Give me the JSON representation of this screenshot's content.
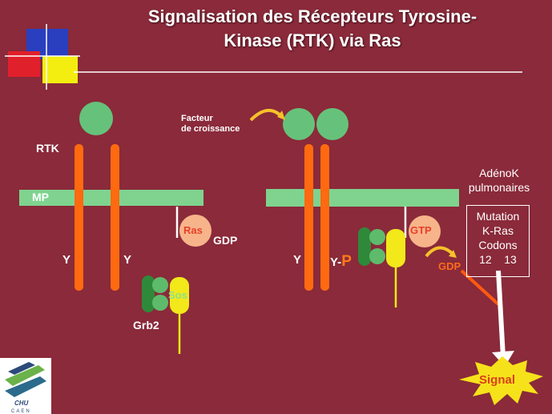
{
  "slide": {
    "title_line1": "Signalisation des Récepteurs Tyrosine-",
    "title_line2": "Kinase (RTK) via Ras"
  },
  "left_panel": {
    "rtk_label": "RTK",
    "membrane_label": "MP",
    "y_left": "Y",
    "y_right": "Y",
    "ras_label": "Ras",
    "gdp_label": "GDP",
    "sos_label": "Sos",
    "grb2_label": "Grb2"
  },
  "right_panel": {
    "growth_factor_line1": "Facteur",
    "growth_factor_line2": "de croissance",
    "y_left": "Y",
    "y_phospho": "Y-",
    "phospho_p": "P",
    "gtp_label": "GTP",
    "gdp_label": "GDP"
  },
  "annotation": {
    "title_line1": "AdénoK",
    "title_line2": "pulmonaires",
    "box_line1": "Mutation",
    "box_line2": "K-Ras",
    "box_line3": "Codons",
    "box_line4": "12    13",
    "signal_label": "Signal"
  },
  "logo": {
    "text_line1": "CHU",
    "text_line2": "CAEN"
  },
  "colors": {
    "background": "#8a2a3a",
    "receptor": "#ff6a10",
    "membrane": "#7fd38f",
    "ligand": "#66c27a",
    "ras": "#f7b48a",
    "grb2_dark": "#2e8a3a",
    "sos": "#f2e81a",
    "signal": "#f6e21a",
    "phospho": "#ff7a1a"
  }
}
